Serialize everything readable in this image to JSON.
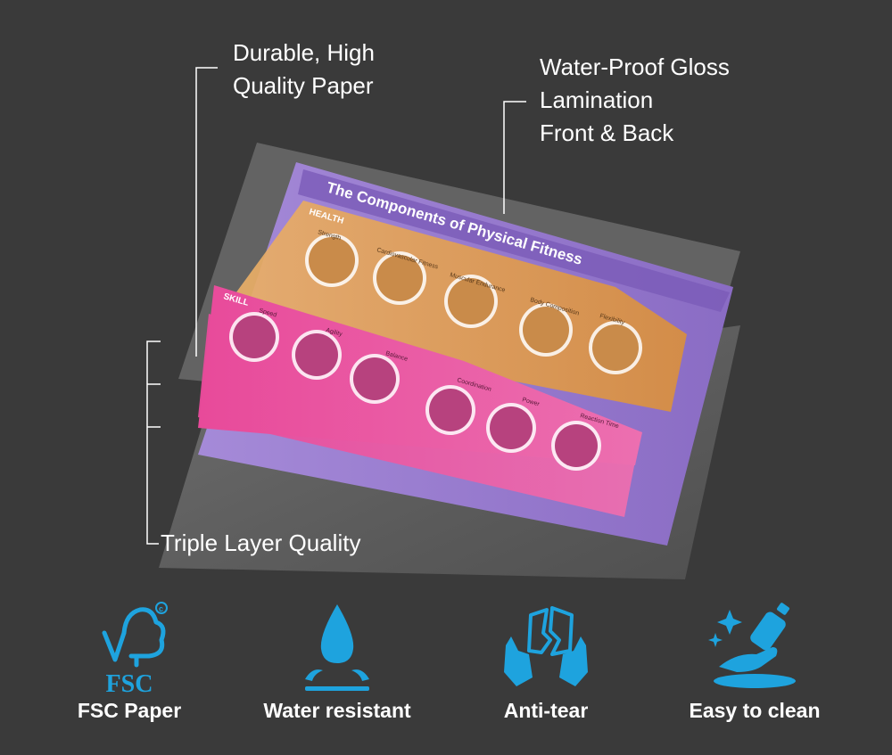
{
  "callouts": {
    "paper": [
      "Durable, High",
      "Quality Paper"
    ],
    "lamination": [
      "Water-Proof Gloss",
      "Lamination",
      "Front & Back"
    ],
    "triple": "Triple Layer Quality"
  },
  "poster": {
    "title": "The Components of Physical Fitness",
    "health_label": "HEALTH",
    "skill_label": "SKILL",
    "health_items": [
      "Strength",
      "Cardiovascular Fitness",
      "Muscular Endurance",
      "Body Composition",
      "Flexibility"
    ],
    "skill_items": [
      "Speed",
      "Agility",
      "Balance",
      "Coordination",
      "Power",
      "Reaction Time"
    ]
  },
  "features": [
    {
      "label": "FSC Paper",
      "icon": "fsc-tree-icon",
      "logo_text": "FSC"
    },
    {
      "label": "Water resistant",
      "icon": "water-drop-icon"
    },
    {
      "label": "Anti-tear",
      "icon": "torn-paper-hands-icon"
    },
    {
      "label": "Easy to clean",
      "icon": "hand-spray-clean-icon"
    }
  ],
  "colors": {
    "background": "#3a3a3a",
    "icon_blue": "#1ea3de",
    "poster_purple": "#8f6ec6",
    "poster_orange": "#e8a04c",
    "poster_pink": "#e8398d"
  }
}
